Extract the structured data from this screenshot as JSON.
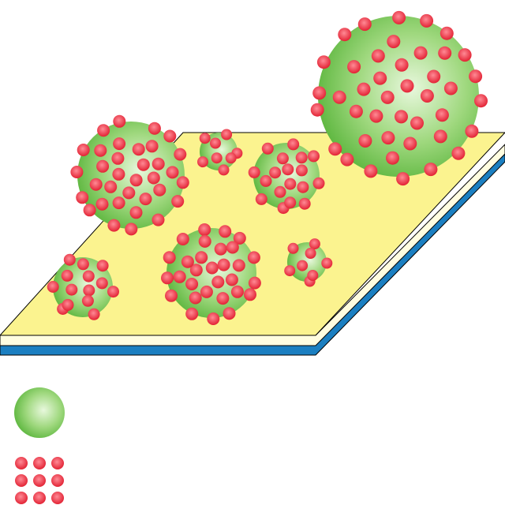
{
  "diagram": {
    "substrate": {
      "colors": {
        "top": "#fbf38f",
        "edge_light": "#fffde0",
        "blue": "#1b7fc1",
        "outline": "#000000"
      }
    },
    "particle_colors": {
      "green_center": "#e8f8dd",
      "green_mid": "#9fd87e",
      "green_edge": "#5ab53c",
      "red_center": "#ff8a95",
      "red_edge": "#e01a2c"
    },
    "spheres": [
      {
        "id": "large-top-right",
        "dots": 42
      },
      {
        "id": "large-left",
        "dots": 34
      },
      {
        "id": "medium-center",
        "dots": 30
      },
      {
        "id": "medium-right",
        "dots": 18
      },
      {
        "id": "small-left",
        "dots": 14
      },
      {
        "id": "small-top",
        "dots": 8
      },
      {
        "id": "small-right",
        "dots": 8
      }
    ],
    "legend": {
      "items": [
        {
          "id": "legend-green-sphere"
        },
        {
          "id": "legend-red-dots",
          "count": 9
        }
      ]
    }
  }
}
